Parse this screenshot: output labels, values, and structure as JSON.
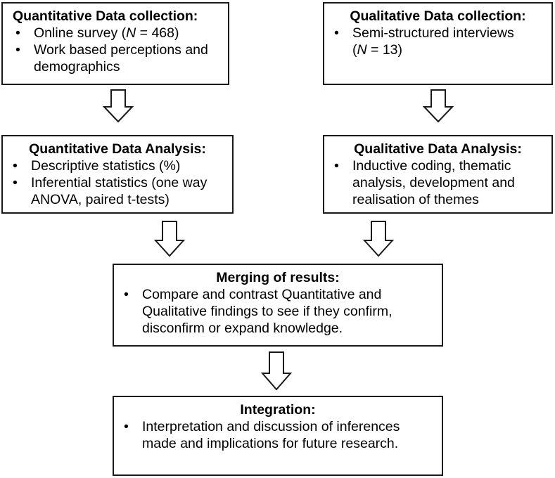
{
  "boxes": {
    "quant_collection": {
      "title": "Quantitative Data collection:",
      "items": [
        {
          "text": "Online survey (",
          "em": "N",
          "after": " = 468)"
        },
        {
          "text": "Work based perceptions and demographics"
        }
      ]
    },
    "qual_collection": {
      "title": "Qualitative Data collection:",
      "items": [
        {
          "text": "Semi-structured interviews (",
          "em": "N",
          "after": " = 13)"
        }
      ]
    },
    "quant_analysis": {
      "title": "Quantitative Data Analysis:",
      "items": [
        {
          "text": "Descriptive statistics (%)"
        },
        {
          "text": "Inferential statistics (one way ANOVA, paired t-tests)"
        }
      ]
    },
    "qual_analysis": {
      "title": "Qualitative Data Analysis:",
      "items": [
        {
          "text": "Inductive coding, thematic analysis, development and realisation of themes"
        }
      ]
    },
    "merging": {
      "title": "Merging of results:",
      "items": [
        {
          "text": "Compare and contrast Quantitative and Qualitative findings to see if they confirm, disconfirm or expand knowledge."
        }
      ]
    },
    "integration": {
      "title": "Integration:",
      "items": [
        {
          "text": "Interpretation and discussion of inferences made and implications for future research."
        }
      ]
    }
  },
  "bullet_symbol": "•",
  "edges": [
    {
      "from": "quant_collection",
      "to": "quant_analysis"
    },
    {
      "from": "qual_collection",
      "to": "qual_analysis"
    },
    {
      "from": "quant_analysis",
      "to": "merging"
    },
    {
      "from": "qual_analysis",
      "to": "merging"
    },
    {
      "from": "merging",
      "to": "integration"
    }
  ]
}
